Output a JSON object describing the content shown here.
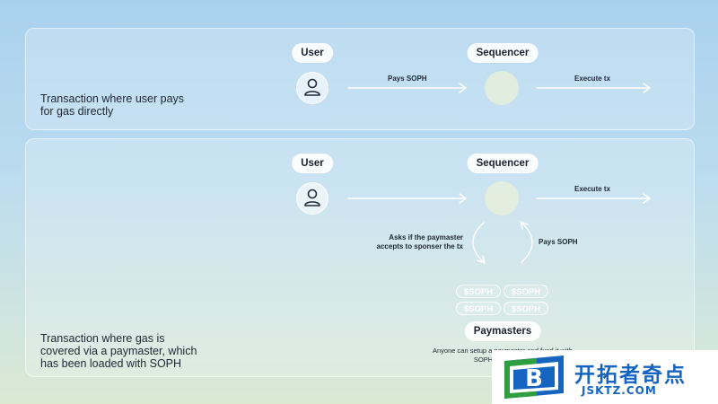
{
  "top_panel": {
    "user_label": "User",
    "sequencer_label": "Sequencer",
    "arrow_user_to_sequencer": "Pays SOPH",
    "arrow_sequencer_out": "Execute tx",
    "caption": [
      "Transaction where user pays",
      "for gas directly"
    ]
  },
  "bottom_panel": {
    "user_label": "User",
    "sequencer_label": "Sequencer",
    "arrow_sequencer_out": "Execute tx",
    "ask_label": [
      "Asks if the paymaster",
      "accepts to sponser the tx"
    ],
    "pays_label": "Pays SOPH",
    "tokens": [
      "$SOPH",
      "$SOPH",
      "$SOPH",
      "$SOPH"
    ],
    "paymasters_label": "Paymasters",
    "note": [
      "Anyone can setup a paymaster and fund it with",
      "SOPH to cover gas"
    ],
    "caption": [
      "Transaction where gas is",
      "covered via a paymaster, which",
      "has been loaded with SOPH"
    ]
  },
  "watermark": {
    "title": "开拓者奇点",
    "url": "JSKTZ.COM",
    "logo_letter": "B"
  },
  "colors": {
    "arrow": "#ffffff",
    "watermark_blue": "#1565c0",
    "watermark_green": "#2e9e3e"
  }
}
